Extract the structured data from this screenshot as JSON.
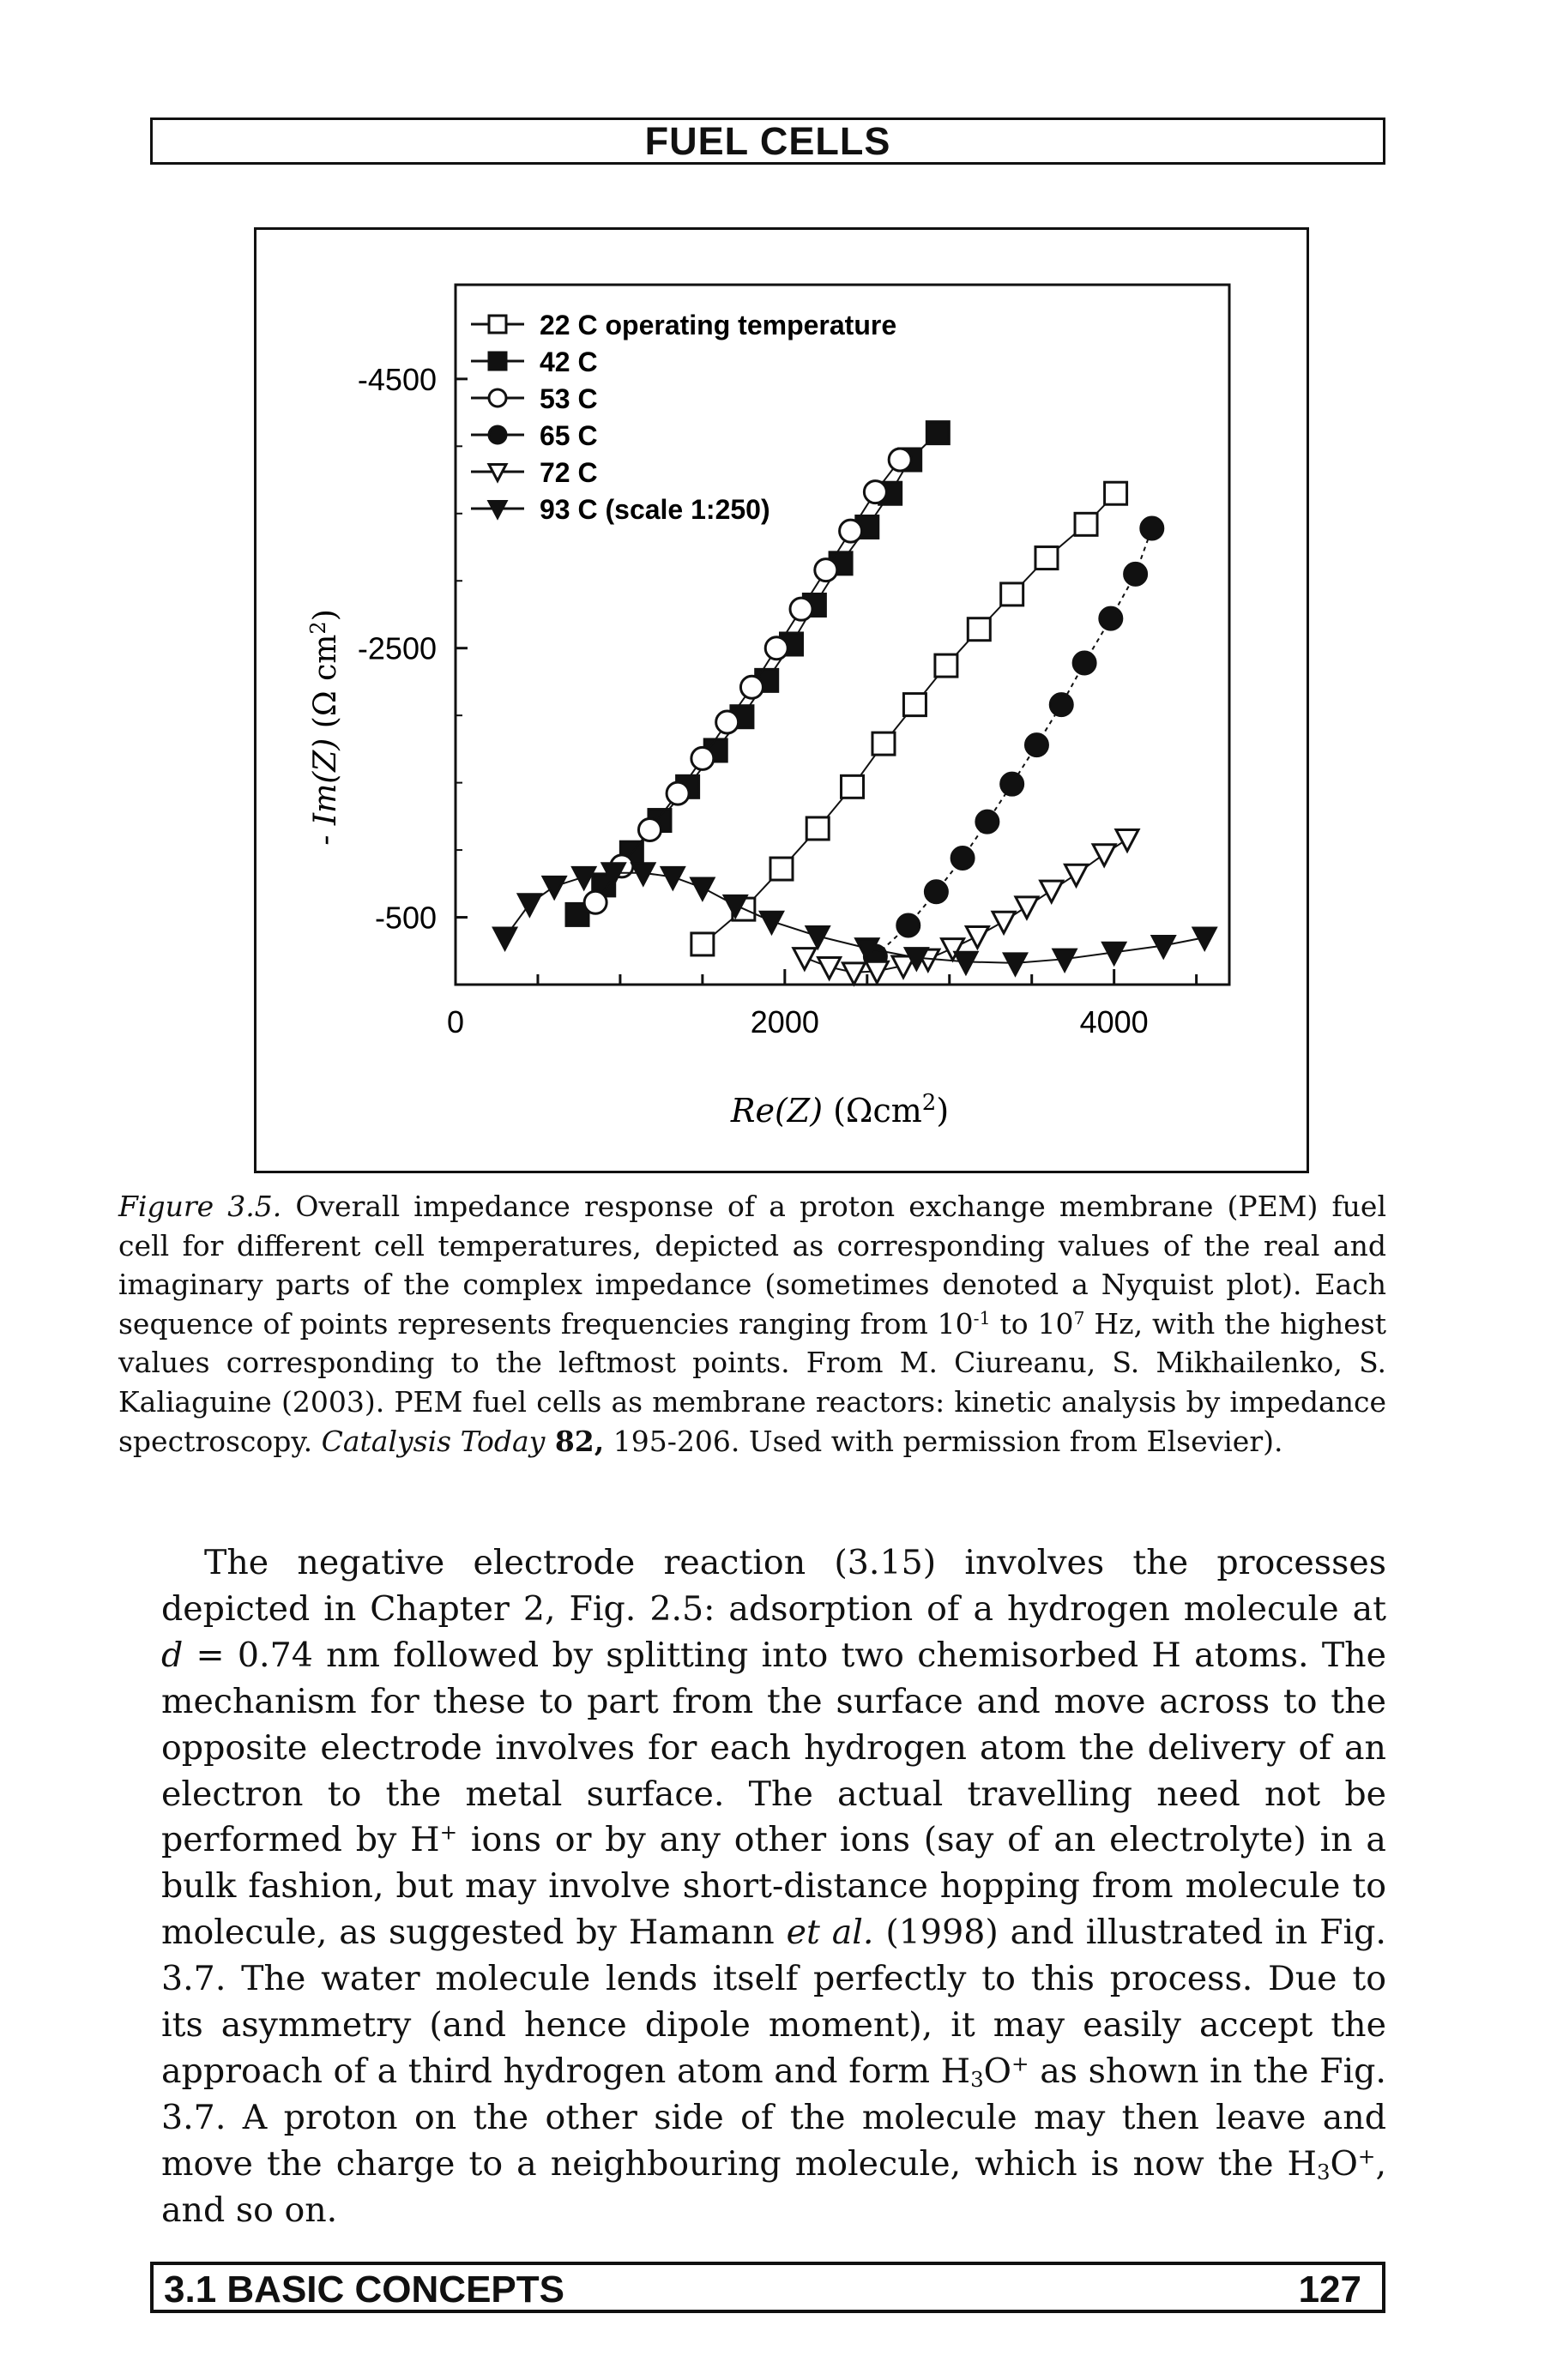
{
  "header": {
    "title": "FUEL CELLS"
  },
  "figure": {
    "legend": [
      {
        "label": "22 C operating temperature",
        "marker": "square-open"
      },
      {
        "label": "42 C",
        "marker": "square-filled"
      },
      {
        "label": "53 C",
        "marker": "circle-open"
      },
      {
        "label": "65 C",
        "marker": "circle-filled"
      },
      {
        "label": "72 C",
        "marker": "triangle-down-open"
      },
      {
        "label": "93 C (scale 1:250)",
        "marker": "triangle-down-filled"
      }
    ],
    "y_ticks": [
      "-4500",
      "-2500",
      "-500"
    ],
    "x_ticks": [
      "0",
      "2000",
      "4000"
    ],
    "ylabel_main": "- Im(Z)",
    "ylabel_unit": "(Ω cm",
    "ylabel_exp": "2",
    "ylabel_close": ")",
    "xlabel_main": "Re(Z)",
    "xlabel_unit": "(Ωcm",
    "xlabel_exp": "2",
    "xlabel_close": ")"
  },
  "chart_data": {
    "type": "scatter",
    "xlabel": "Re(Z) (Ωcm²)",
    "ylabel": "- Im(Z) (Ω cm²)",
    "xlim": [
      0,
      4700
    ],
    "ylim": [
      0,
      -5200
    ],
    "x_ticks": [
      0,
      2000,
      4000
    ],
    "y_ticks": [
      -4500,
      -2500,
      -500
    ],
    "legend_position": "top-left",
    "grid": false,
    "series": [
      {
        "name": "22 C operating temperature",
        "marker": "square-open",
        "x": [
          1500,
          1750,
          1980,
          2200,
          2410,
          2600,
          2790,
          2980,
          3180,
          3380,
          3590,
          3830,
          4010
        ],
        "y": [
          -300,
          -560,
          -860,
          -1160,
          -1470,
          -1790,
          -2080,
          -2370,
          -2640,
          -2900,
          -3170,
          -3420,
          -3650
        ]
      },
      {
        "name": "42 C",
        "marker": "square-filled",
        "x": [
          740,
          900,
          1070,
          1240,
          1410,
          1580,
          1740,
          1890,
          2040,
          2180,
          2340,
          2500,
          2640,
          2760,
          2930
        ],
        "y": [
          -520,
          -740,
          -980,
          -1220,
          -1470,
          -1740,
          -1990,
          -2260,
          -2530,
          -2820,
          -3130,
          -3400,
          -3650,
          -3900,
          -4100
        ]
      },
      {
        "name": "53 C",
        "marker": "circle-open",
        "x": [
          850,
          1010,
          1180,
          1350,
          1500,
          1650,
          1800,
          1950,
          2100,
          2250,
          2400,
          2550,
          2700
        ],
        "y": [
          -610,
          -880,
          -1150,
          -1420,
          -1680,
          -1950,
          -2210,
          -2500,
          -2790,
          -3080,
          -3370,
          -3660,
          -3900
        ]
      },
      {
        "name": "65 C",
        "marker": "circle-filled",
        "x": [
          2550,
          2750,
          2920,
          3080,
          3230,
          3380,
          3530,
          3680,
          3820,
          3980,
          4130,
          4230
        ],
        "y": [
          -210,
          -440,
          -690,
          -940,
          -1210,
          -1490,
          -1780,
          -2080,
          -2390,
          -2720,
          -3050,
          -3390
        ]
      },
      {
        "name": "72 C",
        "marker": "triangle-down-open",
        "x": [
          2120,
          2270,
          2420,
          2560,
          2720,
          2870,
          3020,
          3170,
          3330,
          3470,
          3620,
          3770,
          3940,
          4080
        ],
        "y": [
          -200,
          -130,
          -90,
          -100,
          -140,
          -190,
          -270,
          -360,
          -470,
          -580,
          -700,
          -820,
          -970,
          -1080
        ]
      },
      {
        "name": "93 C (scale 1:250)",
        "marker": "triangle-down-filled",
        "x": [
          300,
          450,
          600,
          780,
          960,
          1140,
          1320,
          1500,
          1700,
          1920,
          2200,
          2500,
          2800,
          3100,
          3400,
          3700,
          4000,
          4300,
          4550
        ],
        "y": [
          -350,
          -600,
          -730,
          -800,
          -830,
          -830,
          -800,
          -720,
          -590,
          -470,
          -360,
          -270,
          -200,
          -170,
          -160,
          -190,
          -240,
          -290,
          -350
        ]
      }
    ]
  },
  "caption": {
    "label": "Figure 3.5.",
    "text_1": " Overall impedance response of a proton exchange membrane (PEM) fuel cell for different cell temperatures, depicted as corresponding values of the real and imaginary parts of the complex impedance (sometimes denoted a Nyquist plot). Each sequence of points represents frequencies ranging from 10",
    "exp_1": "-1",
    "text_2": " to 10",
    "exp_2": "7",
    "text_3": " Hz, with the highest values corresponding to the leftmost points. From M. Ciureanu, S. Mikhailenko, S. Kaliaguine (2003). PEM fuel cells as membrane reactors: kinetic analysis by impedance spectroscopy. ",
    "journal": "Catalysis Today",
    "volume": " 82,",
    "text_4": " 195-206. Used with permission from Elsevier)."
  },
  "body": {
    "t1": "The negative electrode reaction (3.15) involves the processes depicted in Chapter 2, Fig. 2.5: adsorption of a hydrogen molecule at ",
    "d": "d",
    "t2": " = 0.74 nm followed by splitting into two chemisorbed H atoms. The mechanism for these to part from the surface and move across to the opposite electrode involves for each hydrogen atom the delivery of an electron to the metal surface. The actual travelling need not be performed by H",
    "plus1": "+",
    "t3": " ions or by any other ions (say of an electrolyte) in a bulk fashion, but may involve short-distance hopping from molecule to molecule, as suggested by Hamann ",
    "etal": "et al.",
    "t4": " (1998) and illustrated in Fig. 3.7. The water molecule lends itself perfectly to this process. Due to its asymmetry (and hence dipole moment), it may easily accept the approach of a third hydrogen atom and form H",
    "sub1": "3",
    "o1": "O",
    "plus2": "+",
    "t5": " as shown in the Fig. 3.7. A proton on the other side of the molecule may then leave and move the charge to a neighbouring molecule, which is now the H",
    "sub2": "3",
    "o2": "O",
    "plus3": "+",
    "t6": ", and so on."
  },
  "footer": {
    "section": "3.1 BASIC CONCEPTS",
    "page": "127"
  }
}
